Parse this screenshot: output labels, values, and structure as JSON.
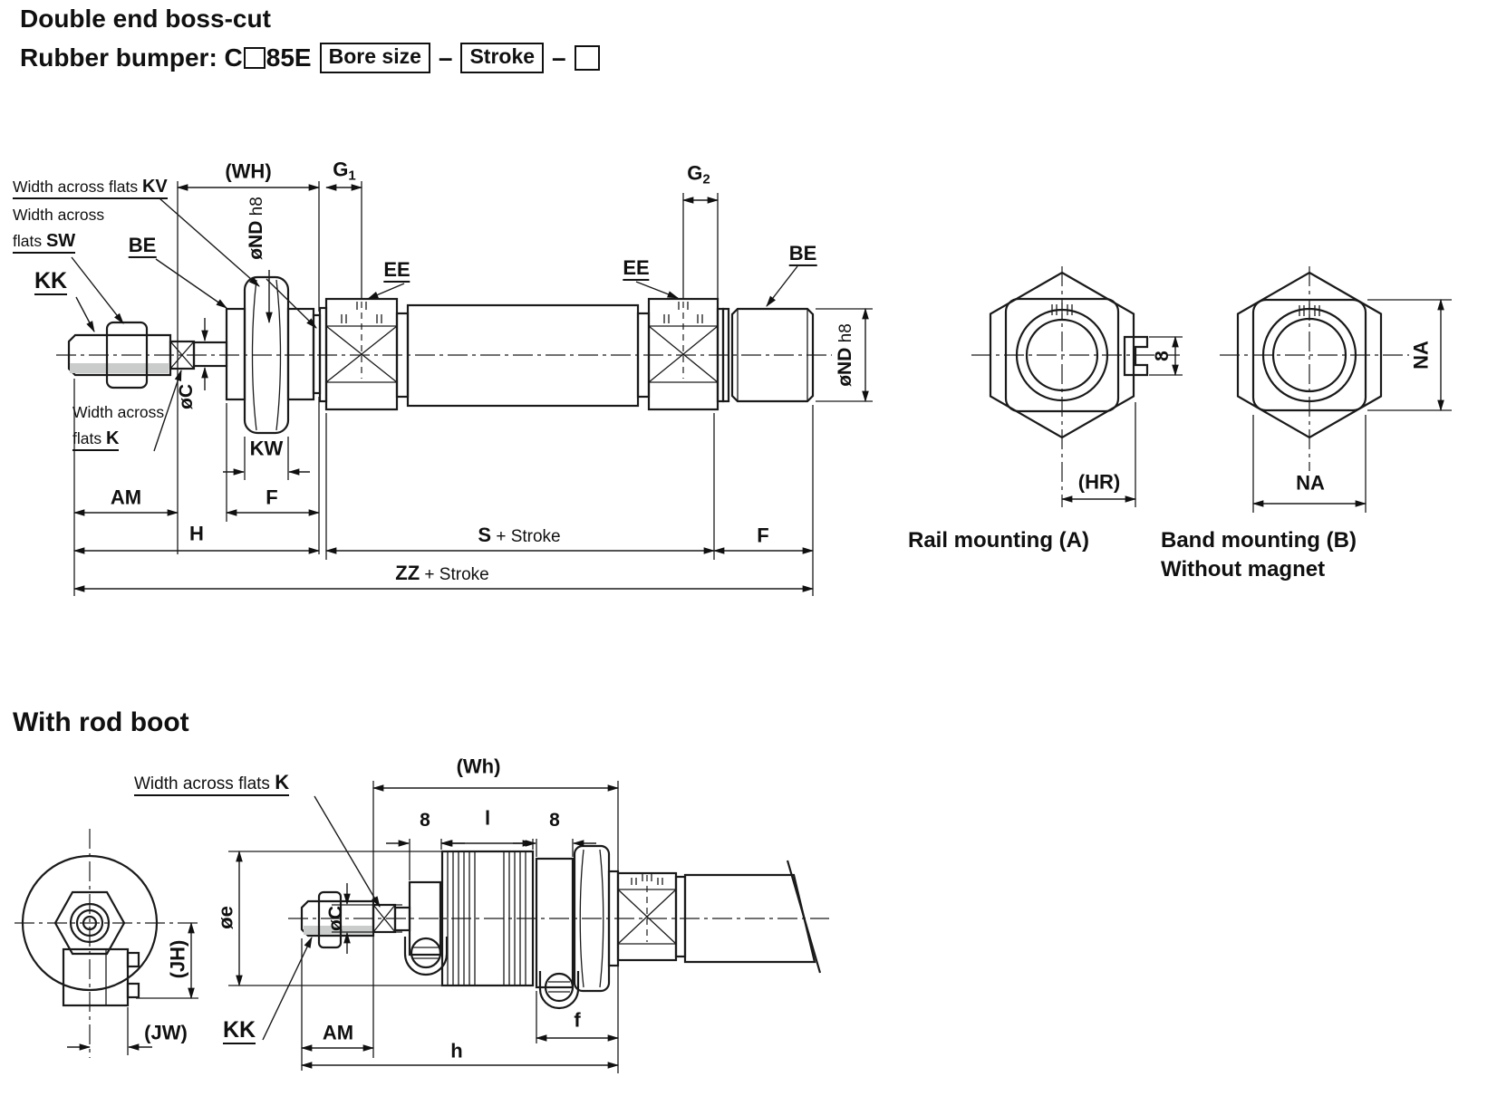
{
  "header": {
    "title": "Double end boss-cut",
    "subtitle_prefix": "Rubber bumper: C",
    "subtitle_model": "85E",
    "bore_box_label": "Bore size",
    "stroke_box_label": "Stroke",
    "separator": "–"
  },
  "main_view": {
    "dim_wh": "(WH)",
    "dim_g": "G",
    "dim_g1_sub": "1",
    "dim_g2_sub": "2",
    "label_ee": "EE",
    "label_be": "BE",
    "label_kk": "KK",
    "flats_prefix": "Width across flats ",
    "flats_kv": "KV",
    "flats_line1": "Width across",
    "flats_sw_prefix": "flats ",
    "flats_sw": "SW",
    "flats_k_prefix": "flats ",
    "flats_k": "K",
    "dim_oc": "øC",
    "dim_ond": "øND",
    "dim_ond_tol": " h8",
    "dim_kw": "KW",
    "dim_am": "AM",
    "dim_f": "F",
    "dim_h": "H",
    "dim_s": "S",
    "stroke_suffix": " + Stroke",
    "dim_zz": "ZZ"
  },
  "rail_view": {
    "dim_8": "8",
    "dim_hr": "(HR)",
    "caption": "Rail mounting (A)"
  },
  "band_view": {
    "dim_na": "NA",
    "caption_line1": "Band mounting (B)",
    "caption_line2": "Without magnet"
  },
  "boot_view": {
    "heading": "With rod boot",
    "flats_prefix": "Width across flats ",
    "flats_k": "K",
    "dim_wh": "(Wh)",
    "dim_8": "8",
    "dim_l": "l",
    "dim_oe": "øe",
    "dim_oc": "øC",
    "label_kk": "KK",
    "dim_am": "AM",
    "dim_jw": "(JW)",
    "dim_jh": "(JH)",
    "dim_f": "f",
    "dim_h": "h"
  }
}
